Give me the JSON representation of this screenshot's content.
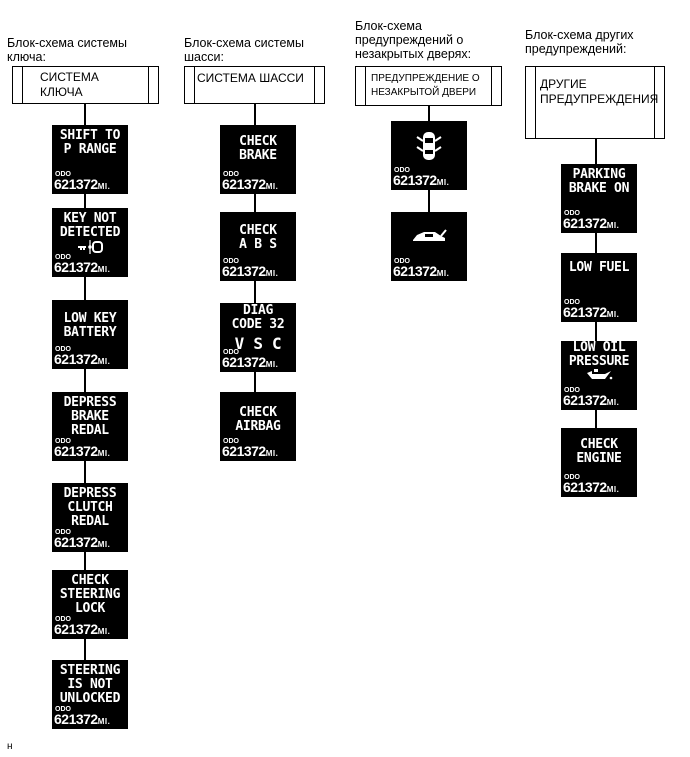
{
  "columns": [
    {
      "title": "Блок-схема системы\nключа:",
      "header": "СИСТЕМА\nКЛЮЧА",
      "screens": [
        "SHIFT TO\nP RANGE",
        "KEY NOT\nDETECTED",
        "LOW KEY\nBATTERY",
        "DEPRESS\nBRAKE\nREDAL",
        "DEPRESS\nCLUTCH\nREDAL",
        "CHECK\nSTEERING\nLOCK",
        "STEERING\nIS NOT\nUNLOCKED"
      ]
    },
    {
      "title": "Блок-схема системы\nшасси:",
      "header": "СИСТЕМА ШАССИ",
      "screens": [
        "CHECK\nBRAKE",
        "CHECK\nA B S",
        "DIAG\nCODE 32",
        "CHECK\nAIRBAG"
      ]
    },
    {
      "title": "Блок-схема\nпредупреждений о\nнезакрытых дверях:",
      "header": "ПРЕДУПРЕЖДЕНИЕ О\nНЕЗАКРЫТОЙ ДВЕРИ",
      "screens": [
        "",
        ""
      ]
    },
    {
      "title": "Блок-схема других\nпредупреждений:",
      "header": "ДРУГИЕ\nПРЕДУПРЕЖДЕНИЯ",
      "screens": [
        "PARKING\nBRAKE ON",
        "LOW FUEL",
        "LOW OIL\nPRESSURE",
        "CHECK\nENGINE"
      ]
    }
  ],
  "vsc_text": "V S C",
  "odo_label": "ODO",
  "odo_value": "621372",
  "odo_unit": "MI.",
  "footer": "н",
  "icons": {
    "key": "key-icon",
    "door": "car-door-open-icon",
    "trunk": "car-trunk-open-icon",
    "oil": "oil-can-icon"
  }
}
